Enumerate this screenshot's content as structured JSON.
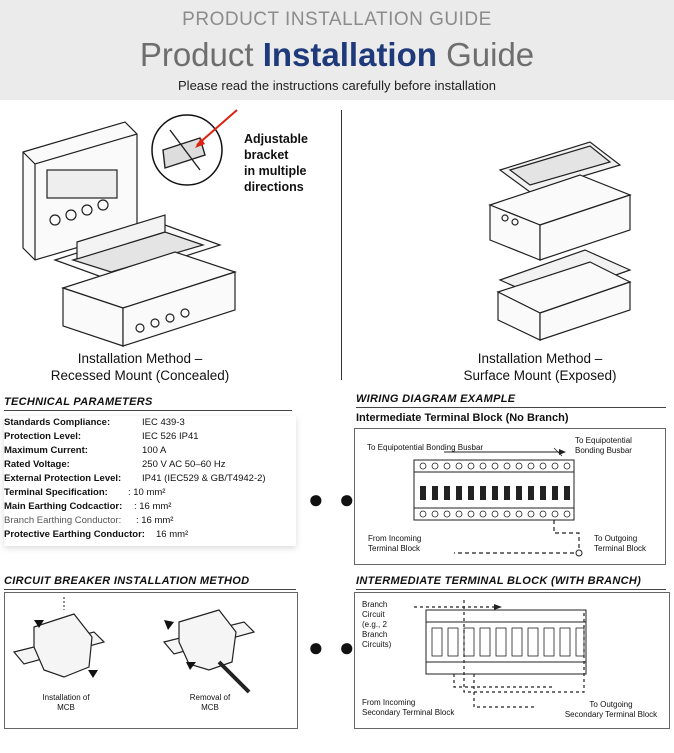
{
  "header": {
    "top_title": "PRODUCT INSTALLATION GUIDE",
    "title_part1": "Product ",
    "title_part2": "Installation",
    "title_part3": " Guide",
    "subtitle": "Please read the instructions carefully before installation"
  },
  "recessed": {
    "callout": [
      "Adjustable",
      "bracket",
      "in multiple",
      "directions"
    ],
    "label_line1": "Installation Method –",
    "label_line2": "Recessed Mount (Concealed)"
  },
  "surface": {
    "label_line1": "Installation Method –",
    "label_line2": "Surface Mount (Exposed)"
  },
  "technical": {
    "heading": "TECHNICAL PARAMETERS",
    "rows": [
      {
        "key": "Standards Compliance:",
        "value": "IEC 439-3"
      },
      {
        "key": "Protection Level:",
        "value": "IEC 526 IP41"
      },
      {
        "key": "Maximum Current:",
        "value": "100 A"
      },
      {
        "key": "Rated Voltage:",
        "value": "250 V AC 50–60 Hz"
      },
      {
        "key": "External Protection Level:",
        "value": "IP41 (IEC529 & GB/T4942-2)"
      },
      {
        "key": "Terminal Specification:",
        "value": ":   10 mm²"
      },
      {
        "key": "Main Earthing Codcactior:",
        "value": ":   16 mm²"
      },
      {
        "key": "Branch Earthing Conductor:",
        "value": ":   16 mm²"
      },
      {
        "key": "Protective Earthing Conductor:",
        "value": "16 mm²"
      }
    ]
  },
  "wiring": {
    "heading": "WIRING DIAGRAM EXAMPLE",
    "subheading": "Intermediate Terminal Block (No Branch)",
    "left_top": "To Equipotential Bonding Busbar",
    "right_top_1": "To Equipotential",
    "right_top_2": "Bonding Busbar",
    "from_1": "From Incoming",
    "from_2": "Terminal Block",
    "to_1": "To Outgoing",
    "to_2": "Terminal Block"
  },
  "circuit": {
    "heading": "CIRCUIT BREAKER INSTALLATION METHOD",
    "install_1": "Installation of",
    "install_2": "MCB",
    "removal_1": "Removal of",
    "removal_2": "MCB"
  },
  "branch": {
    "heading": "INTERMEDIATE TERMINAL BLOCK (WITH BRANCH)",
    "branch_lines": [
      "Branch",
      "Circuit",
      "(e.g., 2",
      "Branch",
      "Circuits)"
    ],
    "from_1": "From Incoming",
    "from_2": "Secondary Terminal Block",
    "to_1": "To Outgoing",
    "to_2": "Secondary Terminal Block"
  },
  "dots": "● ●"
}
